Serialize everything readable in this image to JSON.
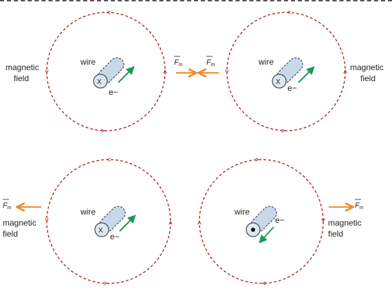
{
  "labels": {
    "magnetic": "magnetic",
    "field": "field",
    "wire": "wire",
    "electron": "e−",
    "force_symbol": "F",
    "force_subscript": "m",
    "into_page": "X"
  },
  "colors": {
    "field_line": "#b02828",
    "force_arrow": "#f08a2a",
    "electron_arrow": "#1a9a5a",
    "wire_fill": "#c8d8e8",
    "wire_stroke": "#3a4a5a"
  }
}
